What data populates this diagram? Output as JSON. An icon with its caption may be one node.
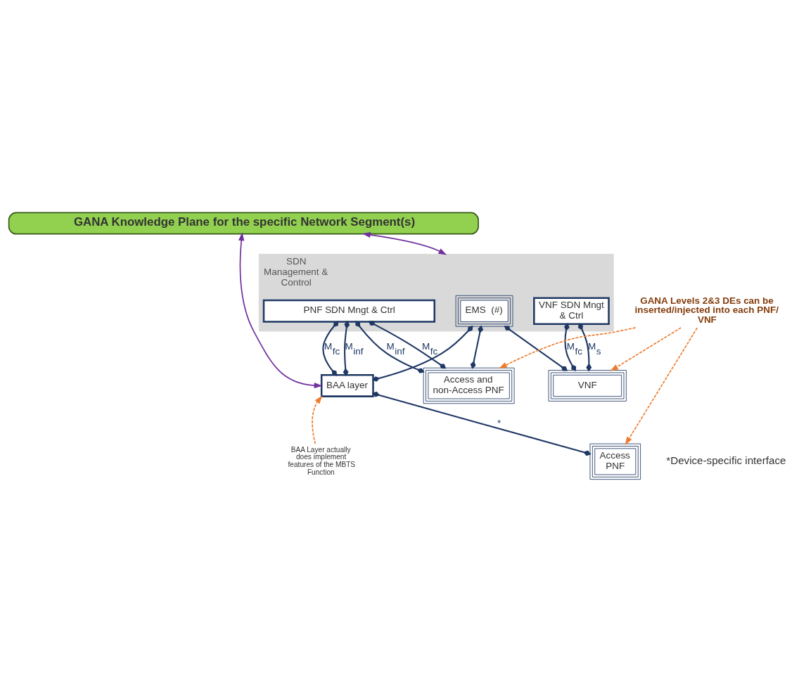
{
  "diagram": {
    "nodes": [
      {
        "text": [
          "GANA Knowledge Plane for the specific Network Segment(s)"
        ]
      },
      {
        "text": [
          "SDN Management & Control"
        ]
      },
      {
        "text": [
          "EMS  (#)"
        ],
        "in": 1
      },
      {
        "text": [
          "PNF SDN Mngt & Ctrl"
        ],
        "in": 1
      },
      {
        "text": [
          "VNF SDN Mngt & Ctrl"
        ],
        "in": 1
      },
      {
        "text": [
          "BAA layer"
        ]
      },
      {
        "text": [
          "Access PNF"
        ]
      },
      {
        "text": [
          "Access and non-Access PNF"
        ]
      },
      {
        "text": [
          "VNF"
        ]
      },
      {
        "text": [
          "BAA Layer actually does implement features of the MBTS Function"
        ]
      },
      {
        "text": [
          "GANA Levels 2&3 DEs can be inserted/injected into each PNF/ VNF"
        ]
      }
    ],
    "edges": [
      {
        "from": 0,
        "to": 5,
        "arrow": "both",
        "color": "#7030a0"
      },
      {
        "from": 0,
        "to": 1,
        "arrow": "both",
        "color": "#7030a0"
      },
      {
        "from": 2,
        "to": 5,
        "arrow": "other"
      },
      {
        "from": 2,
        "to": 7,
        "arrow": "other"
      },
      {
        "from": 2,
        "to": 8,
        "arrow": "other"
      },
      {
        "from": 3,
        "to": 5,
        "arrow": "other",
        "label": "M$_{inf}$"
      },
      {
        "from": 3,
        "to": 5,
        "arrow": "other",
        "label": "M$_{fc}$"
      },
      {
        "from": 3,
        "to": 7,
        "arrow": "other",
        "label": "M$_{inf}$"
      },
      {
        "from": 3,
        "to": 7,
        "arrow": "other",
        "label": "M$_{fc}$"
      },
      {
        "from": 4,
        "to": 8,
        "arrow": "other",
        "label": "M$_{s}$"
      },
      {
        "from": 4,
        "to": 8,
        "arrow": "other",
        "label": "M$_{fc}$"
      },
      {
        "from": 5,
        "to": 6,
        "arrow": "other",
        "label": "*"
      },
      {
        "from": 9,
        "to": 5,
        "arrow": "to",
        "style": "dashed",
        "color": "#ed7d31"
      },
      {
        "from": 10,
        "to": 6,
        "arrow": "to",
        "style": "dashed",
        "color": "#ed7d31"
      },
      {
        "from": 10,
        "to": 7,
        "arrow": "to",
        "style": "dashed",
        "color": "#ed7d31"
      },
      {
        "from": 10,
        "to": 8,
        "arrow": "to",
        "style": "dashed",
        "color": "#ed7d31"
      }
    ],
    "labels": [
      "*Device-specific interface"
    ]
  }
}
